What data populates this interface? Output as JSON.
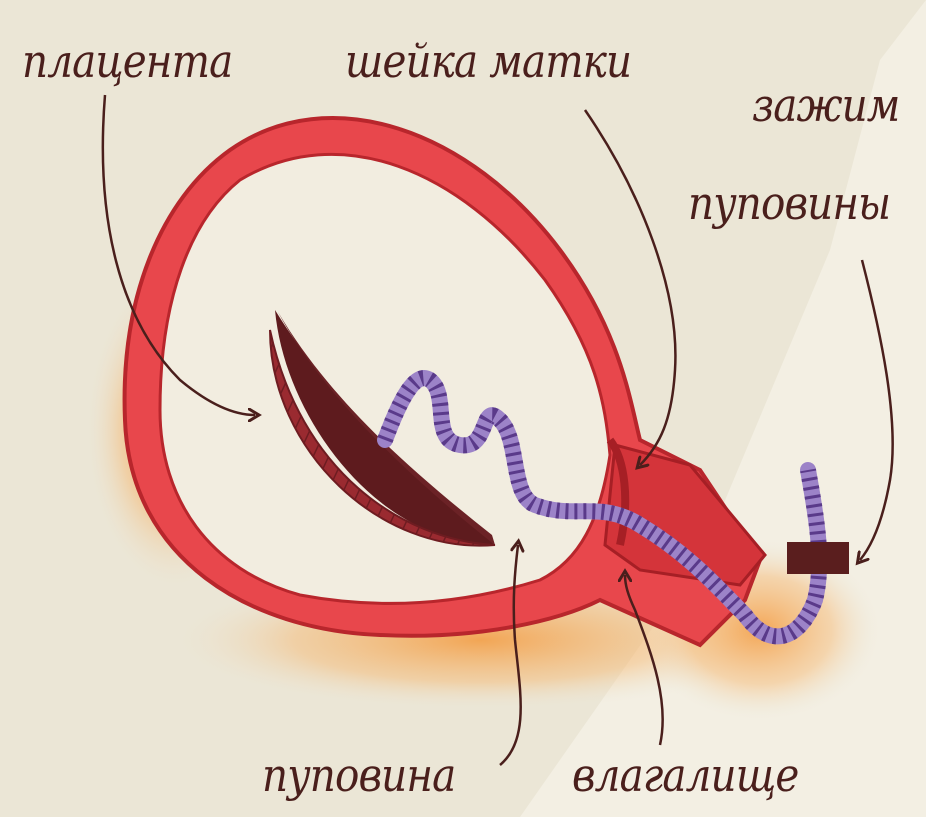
{
  "labels": {
    "placenta": "плацента",
    "cervix": "шейка матки",
    "clamp_line1": "зажим",
    "clamp_line2": "пуповины",
    "cord": "пуповина",
    "vagina": "влагалище"
  },
  "colors": {
    "background": "#ebe6d6",
    "background_stripe": "#f3efe3",
    "uterus_wall": "#e8474c",
    "uterus_inner": "#f2ede0",
    "placenta": "#9a2a30",
    "placenta_dark": "#5e1b1e",
    "cord": "#9c83c8",
    "cord_stripe": "#5a3a8a",
    "clamp": "#5a1e1e",
    "glow": "#f3a04c",
    "ink": "#4a1f1c"
  }
}
